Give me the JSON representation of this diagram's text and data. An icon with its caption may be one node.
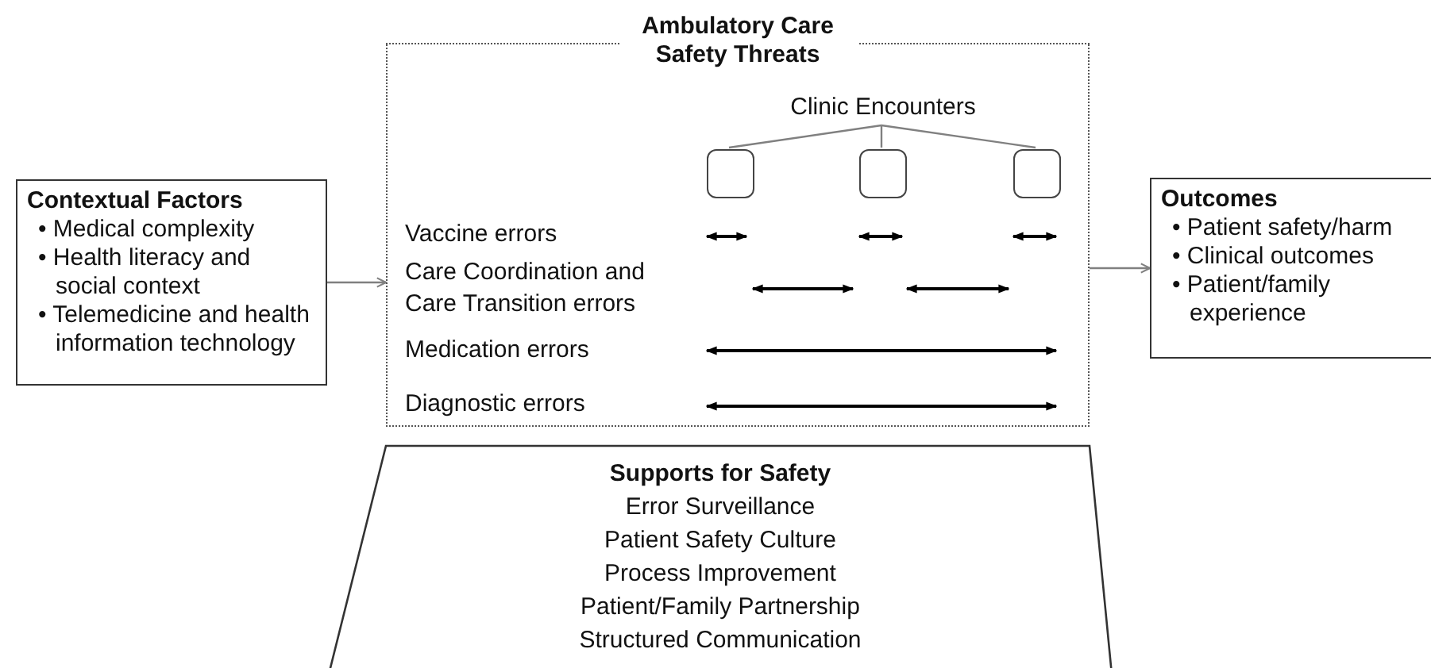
{
  "diagram": {
    "nodes": [
      {
        "text": [
          "Contextual Factors",
          "• Medical complexity",
          "• Health literacy and social context",
          "• Telemedicine and health information technology"
        ]
      },
      {
        "text": [
          "Ambulatory Care Safety Threats"
        ]
      },
      {
        "text": [
          "Clinic Encounters"
        ],
        "in": 1
      },
      {
        "text": [],
        "shape": "box",
        "in": 1
      },
      {
        "text": [],
        "shape": "box",
        "in": 1
      },
      {
        "text": [],
        "shape": "box",
        "in": 1
      },
      {
        "text": [
          "Outcomes",
          "• Patient safety/harm",
          "• Clinical outcomes",
          "• Patient/family experience"
        ]
      },
      {
        "text": [
          "Supports for Safety",
          "Error Surveillance",
          "Patient Safety Culture",
          "Process Improvement",
          "Patient/Family Partnership",
          "Structured Communication"
        ]
      }
    ],
    "edges": [
      {
        "from": 0,
        "to": 1,
        "arrow": "to"
      },
      {
        "from": 1,
        "to": 6,
        "arrow": "to"
      },
      {
        "from": 2,
        "to": 3,
        "arrow": "none"
      },
      {
        "from": 2,
        "to": 4,
        "arrow": "none"
      },
      {
        "from": 2,
        "to": 5,
        "arrow": "none"
      }
    ],
    "labels": [
      "Vaccine errors",
      "Care Coordination and Care Transition errors",
      "Medication errors",
      "Diagnostic errors"
    ]
  }
}
